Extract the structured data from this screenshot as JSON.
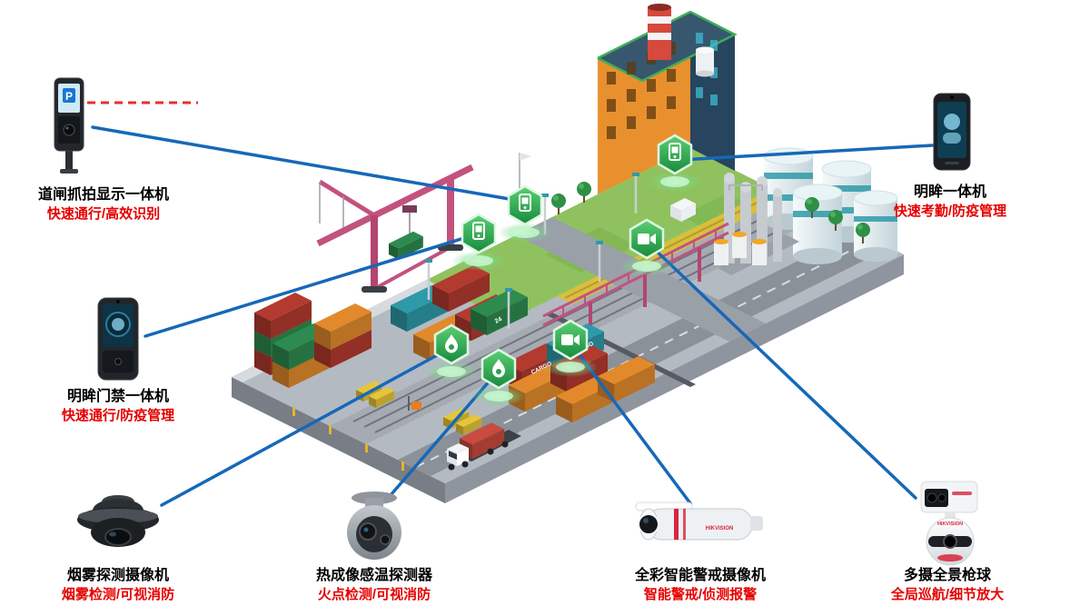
{
  "devices": [
    {
      "id": "barrier-capture",
      "name": "道闸抓拍显示一体机",
      "feature": "快速通行/高效识别"
    },
    {
      "id": "mingmou-aio",
      "name": "明眸一体机",
      "feature": "快速考勤/防疫管理"
    },
    {
      "id": "mingmou-access",
      "name": "明眸门禁一体机",
      "feature": "快速通行/防疫管理"
    },
    {
      "id": "smoke-detect-camera",
      "name": "烟雾探测摄像机",
      "feature": "烟雾检测/可视消防"
    },
    {
      "id": "thermal-detector",
      "name": "热成像感温探测器",
      "feature": "火点检测/可视消防"
    },
    {
      "id": "full-color-warning-camera",
      "name": "全彩智能警戒摄像机",
      "feature": "智能警戒/侦测报警"
    },
    {
      "id": "multi-lens-ptz",
      "name": "多摄全景枪球",
      "feature": "全局巡航/细节放大"
    }
  ],
  "markers": [
    {
      "type": "access-control"
    },
    {
      "type": "access-control"
    },
    {
      "type": "access-control"
    },
    {
      "type": "camera"
    },
    {
      "type": "camera"
    },
    {
      "type": "flame"
    },
    {
      "type": "flame"
    }
  ],
  "decals": {
    "container_label": "CARGO",
    "container_number": "24",
    "camera_brand": "HIKVISION"
  },
  "colors": {
    "connector_blue": "#1668b8",
    "feature_red": "#e60000",
    "marker_green": "#2e9e4f",
    "dashed_red": "#e62e2e"
  }
}
